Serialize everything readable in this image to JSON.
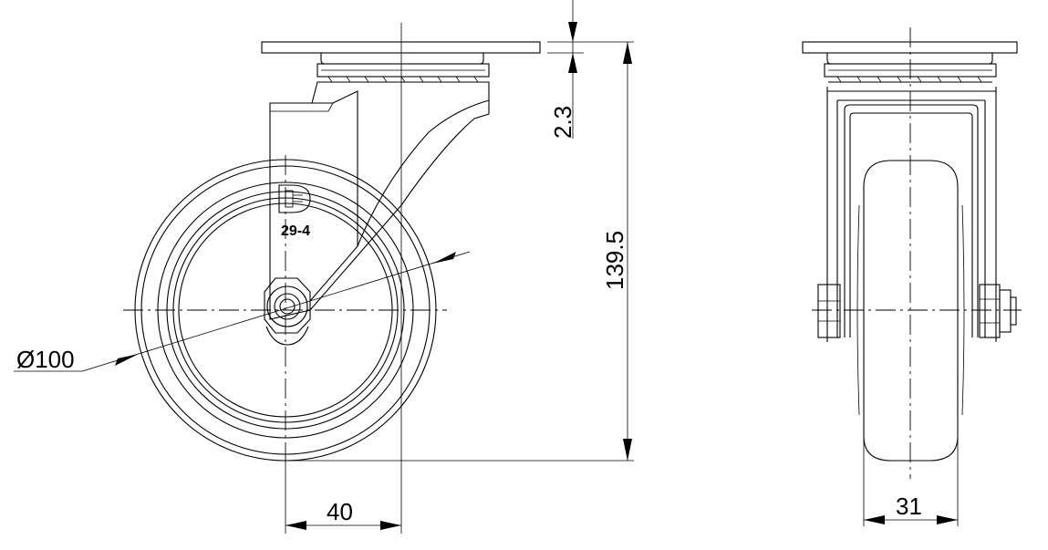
{
  "front_view": {
    "wheel_diameter": "Ø100",
    "offset": "40",
    "total_height": "139.5",
    "plate_thickness": "2.3",
    "stamp_code": "29-4"
  },
  "side_view": {
    "wheel_width": "31"
  }
}
